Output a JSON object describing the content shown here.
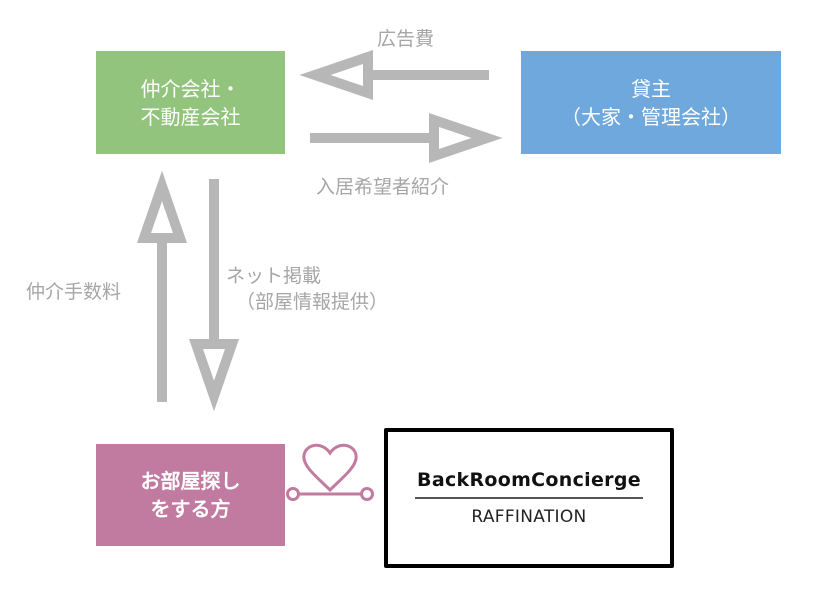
{
  "nodes": {
    "agent": {
      "line1": "仲介会社・",
      "line2": "不動産会社",
      "color": "#93c47d"
    },
    "owner": {
      "line1": "貸主",
      "line2": "（大家・管理会社）",
      "color": "#6fa8dc"
    },
    "seeker": {
      "line1": "お部屋探し",
      "line2": "をする方",
      "color": "#c27ba0"
    },
    "brand": {
      "name": "BackRoomConcierge",
      "sub": "RAFFINATION"
    }
  },
  "edges": {
    "advertising_fee": {
      "label": "広告費",
      "from": "owner",
      "to": "agent"
    },
    "tenant_referral": {
      "label": "入居希望者紹介",
      "from": "agent",
      "to": "owner"
    },
    "brokerage_fee": {
      "label": "仲介手数料",
      "from": "seeker",
      "to": "agent"
    },
    "net_listing": {
      "label_line1": "ネット掲載",
      "label_line2": "（部屋情報提供）",
      "from": "agent",
      "to": "seeker"
    }
  },
  "connector": {
    "icon": "heart-link-icon",
    "color": "#c27ba0"
  },
  "arrow_color": "#b7b7b7"
}
